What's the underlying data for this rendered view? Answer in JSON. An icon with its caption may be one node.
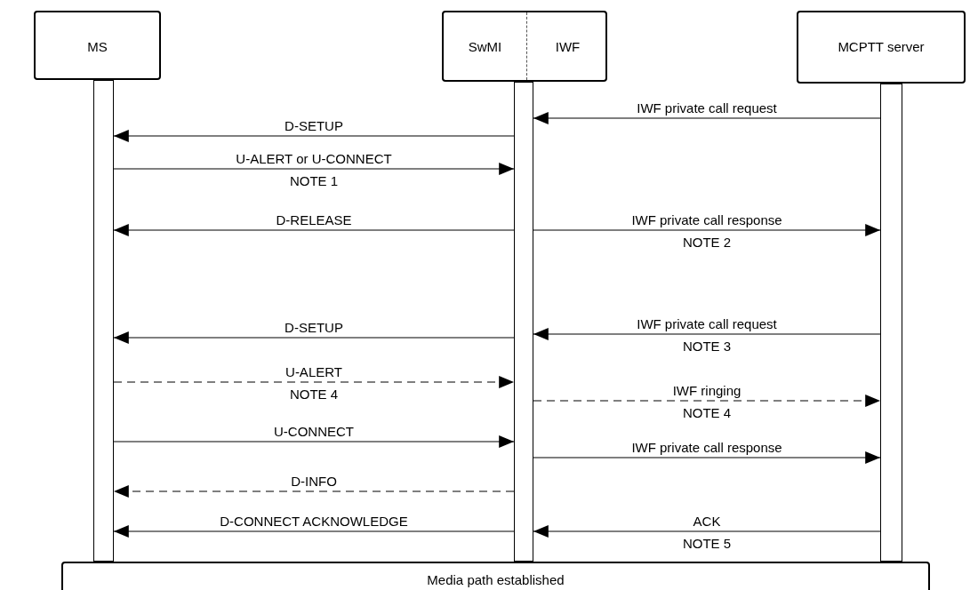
{
  "diagram": {
    "nodes": [
      {
        "text": [
          "MS"
        ]
      },
      {
        "text": [
          "SwMI",
          "IWF"
        ]
      },
      {
        "text": [
          "MCPTT server"
        ]
      },
      {
        "text": [],
        "shape": "bar"
      },
      {
        "text": [],
        "shape": "bar"
      },
      {
        "text": [],
        "shape": "bar"
      },
      {
        "text": [
          "Media path established"
        ]
      }
    ],
    "edges": [
      {
        "from": 5,
        "to": 4,
        "arrow": "to",
        "label": "IWF private call request"
      },
      {
        "from": 4,
        "to": 3,
        "arrow": "to",
        "label": "D-SETUP"
      },
      {
        "from": 3,
        "to": 4,
        "arrow": "to",
        "label": "U-ALERT or U-CONNECT"
      },
      {
        "from": 4,
        "to": 3,
        "arrow": "to",
        "label": "D-RELEASE"
      },
      {
        "from": 4,
        "to": 5,
        "arrow": "to",
        "label": "IWF private call response"
      },
      {
        "from": 5,
        "to": 4,
        "arrow": "to",
        "label": "IWF private call request"
      },
      {
        "from": 4,
        "to": 3,
        "arrow": "to",
        "label": "D-SETUP"
      },
      {
        "from": 3,
        "to": 4,
        "arrow": "to",
        "label": "U-ALERT",
        "style": "dashed"
      },
      {
        "from": 4,
        "to": 5,
        "arrow": "to",
        "label": "IWF ringing",
        "style": "dashed"
      },
      {
        "from": 3,
        "to": 4,
        "arrow": "to",
        "label": "U-CONNECT"
      },
      {
        "from": 4,
        "to": 5,
        "arrow": "to",
        "label": "IWF private call response"
      },
      {
        "from": 4,
        "to": 3,
        "arrow": "to",
        "label": "D-INFO",
        "style": "dashed"
      },
      {
        "from": 5,
        "to": 4,
        "arrow": "to",
        "label": "ACK"
      },
      {
        "from": 4,
        "to": 3,
        "arrow": "to",
        "label": "D-CONNECT ACKNOWLEDGE"
      }
    ],
    "labels": [
      "NOTE 1",
      "NOTE 2",
      "NOTE 3",
      "NOTE 4",
      "NOTE 4",
      "NOTE 5"
    ]
  }
}
